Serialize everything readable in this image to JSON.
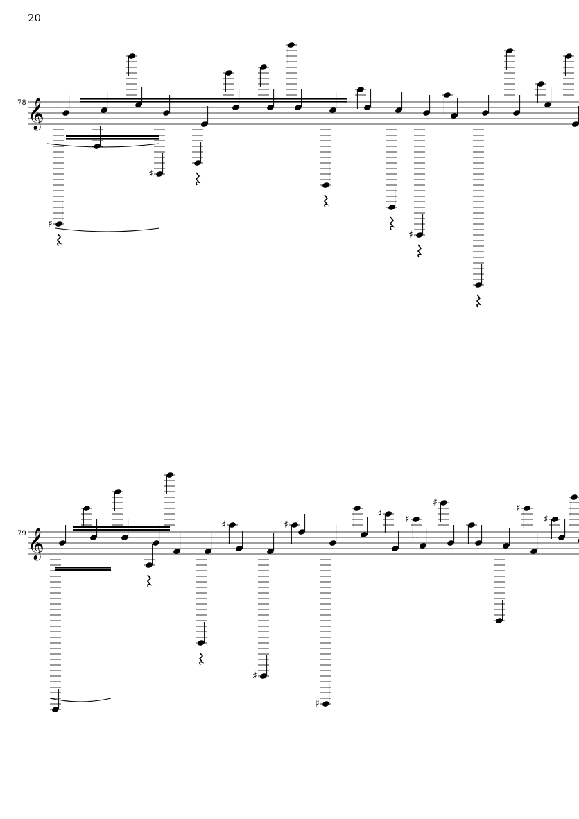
{
  "page": {
    "page_number": "20"
  },
  "systems": [
    {
      "measure_number": "78"
    },
    {
      "measure_number": "79"
    }
  ]
}
